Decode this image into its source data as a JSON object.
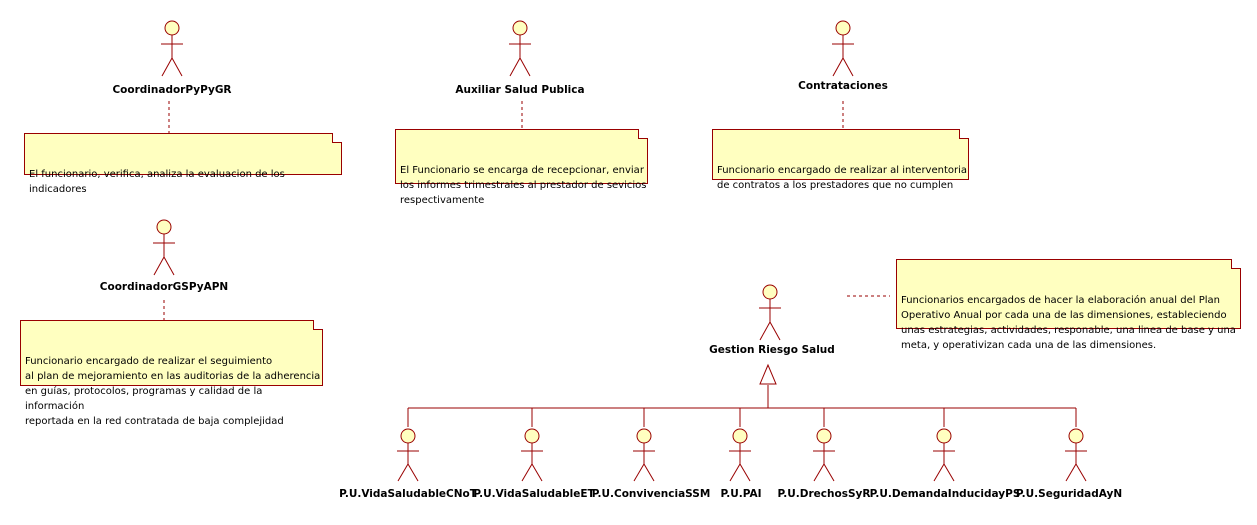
{
  "colors": {
    "actor_fill": "#ffffc0",
    "line": "#990000",
    "note_fill": "#ffffc0"
  },
  "actors": {
    "coordinador_pypygr": "CoordinadorPyPyGR",
    "auxiliar_salud_publica": "Auxiliar Salud Publica",
    "contrataciones": "Contrataciones",
    "coordinador_gspyapn": "CoordinadorGSPyAPN",
    "gestion_riesgo_salud": "Gestion Riesgo Salud",
    "pu_vida_saludable_cnot": "P.U.VidaSaludableCNoT",
    "pu_vida_saludable_et": "P.U.VidaSaludableET",
    "pu_convivencia_ssm": "P.U.ConvivenciaSSM",
    "pu_pai": "P.U.PAI",
    "pu_drechos_syr": "P.U.DrechosSyR",
    "pu_demanda_inducida_ps": "P.U.DemandaInducidayPS",
    "pu_seguridad_ayn": "P.U.SeguridadAyN"
  },
  "notes": {
    "coordinador_pypygr": "El funcionario, verifica, analiza la evaluacion de los indicadores",
    "auxiliar_salud_publica": "El Funcionario se encarga de recepcionar, enviar\nlos informes trimestrales al prestador de sevicios\nrespectivamente",
    "contrataciones": "Funcionario encargado de realizar al interventoria\nde contratos a los prestadores que no cumplen",
    "coordinador_gspyapn": "Funcionario encargado de realizar el seguimiento\nal plan de mejoramiento en las auditorias de la adherencia\nen guías, protocolos, programas y calidad de la información\nreportada en la red contratada de baja complejidad",
    "gestion_riesgo_salud": "Funcionarios encargados de hacer la elaboración anual del Plan\nOperativo Anual por cada una de las dimensiones, estableciendo\nunas estrategias, actividades, responable, una linea de base y una\nmeta, y operativizan cada una de las dimensiones."
  }
}
